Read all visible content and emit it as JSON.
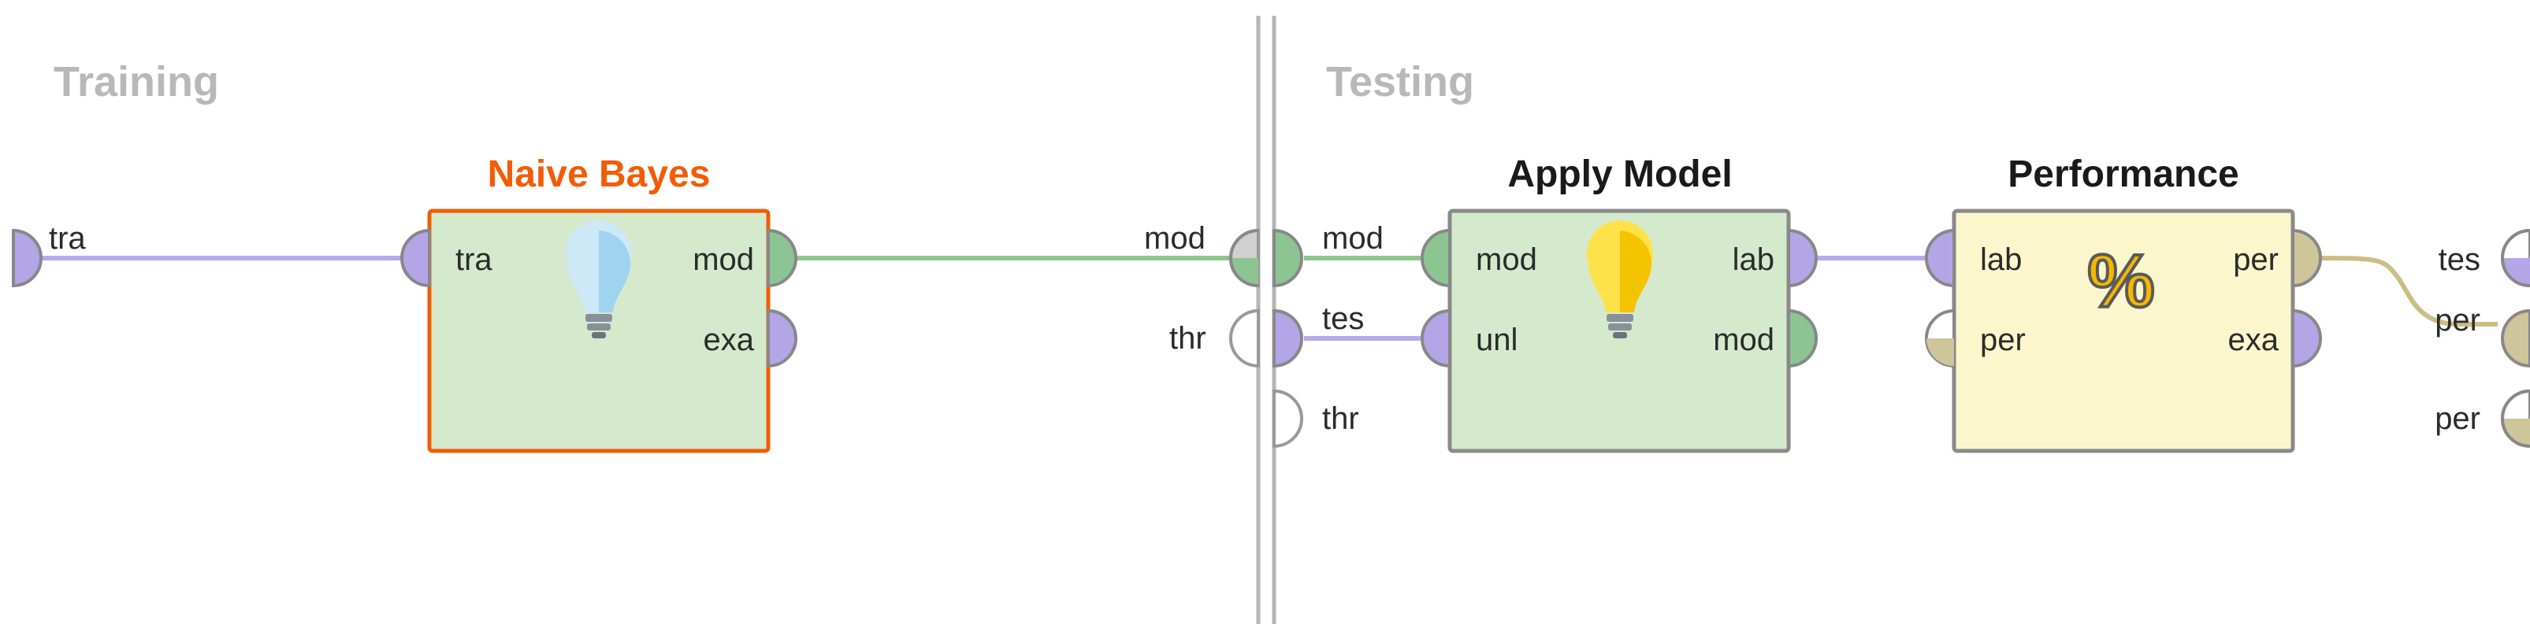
{
  "panels": {
    "training": {
      "title": "Training"
    },
    "testing": {
      "title": "Testing"
    }
  },
  "training": {
    "input_port": "tra",
    "output_ports": [
      "mod",
      "thr"
    ]
  },
  "testing": {
    "input_ports": [
      "mod",
      "tes",
      "thr"
    ],
    "output_ports": [
      "tes",
      "per",
      "per"
    ]
  },
  "operators": {
    "naive_bayes": {
      "title": "Naive Bayes",
      "selected": true,
      "icon": "lightbulb-icon",
      "inputs": [
        "tra"
      ],
      "outputs": [
        "mod",
        "exa"
      ]
    },
    "apply_model": {
      "title": "Apply Model",
      "icon": "lightbulb-icon",
      "inputs": [
        "mod",
        "unl"
      ],
      "outputs": [
        "lab",
        "mod"
      ]
    },
    "performance": {
      "title": "Performance",
      "icon": "percent-icon",
      "icon_glyph": "%",
      "inputs": [
        "lab",
        "per"
      ],
      "outputs": [
        "per",
        "exa"
      ]
    }
  },
  "colors": {
    "selected_border": "#f25c05",
    "operator_green_fill": "#d5eacd",
    "operator_yellow_fill": "#fbf6cc",
    "port_purple": "#b3a5e6",
    "port_green": "#8dc592",
    "port_tan": "#cfc59a",
    "wire_purple": "#b8a8ea",
    "wire_green": "#8ec58f",
    "wire_tan": "#cbbd83",
    "divider": "#bdbdbd"
  }
}
